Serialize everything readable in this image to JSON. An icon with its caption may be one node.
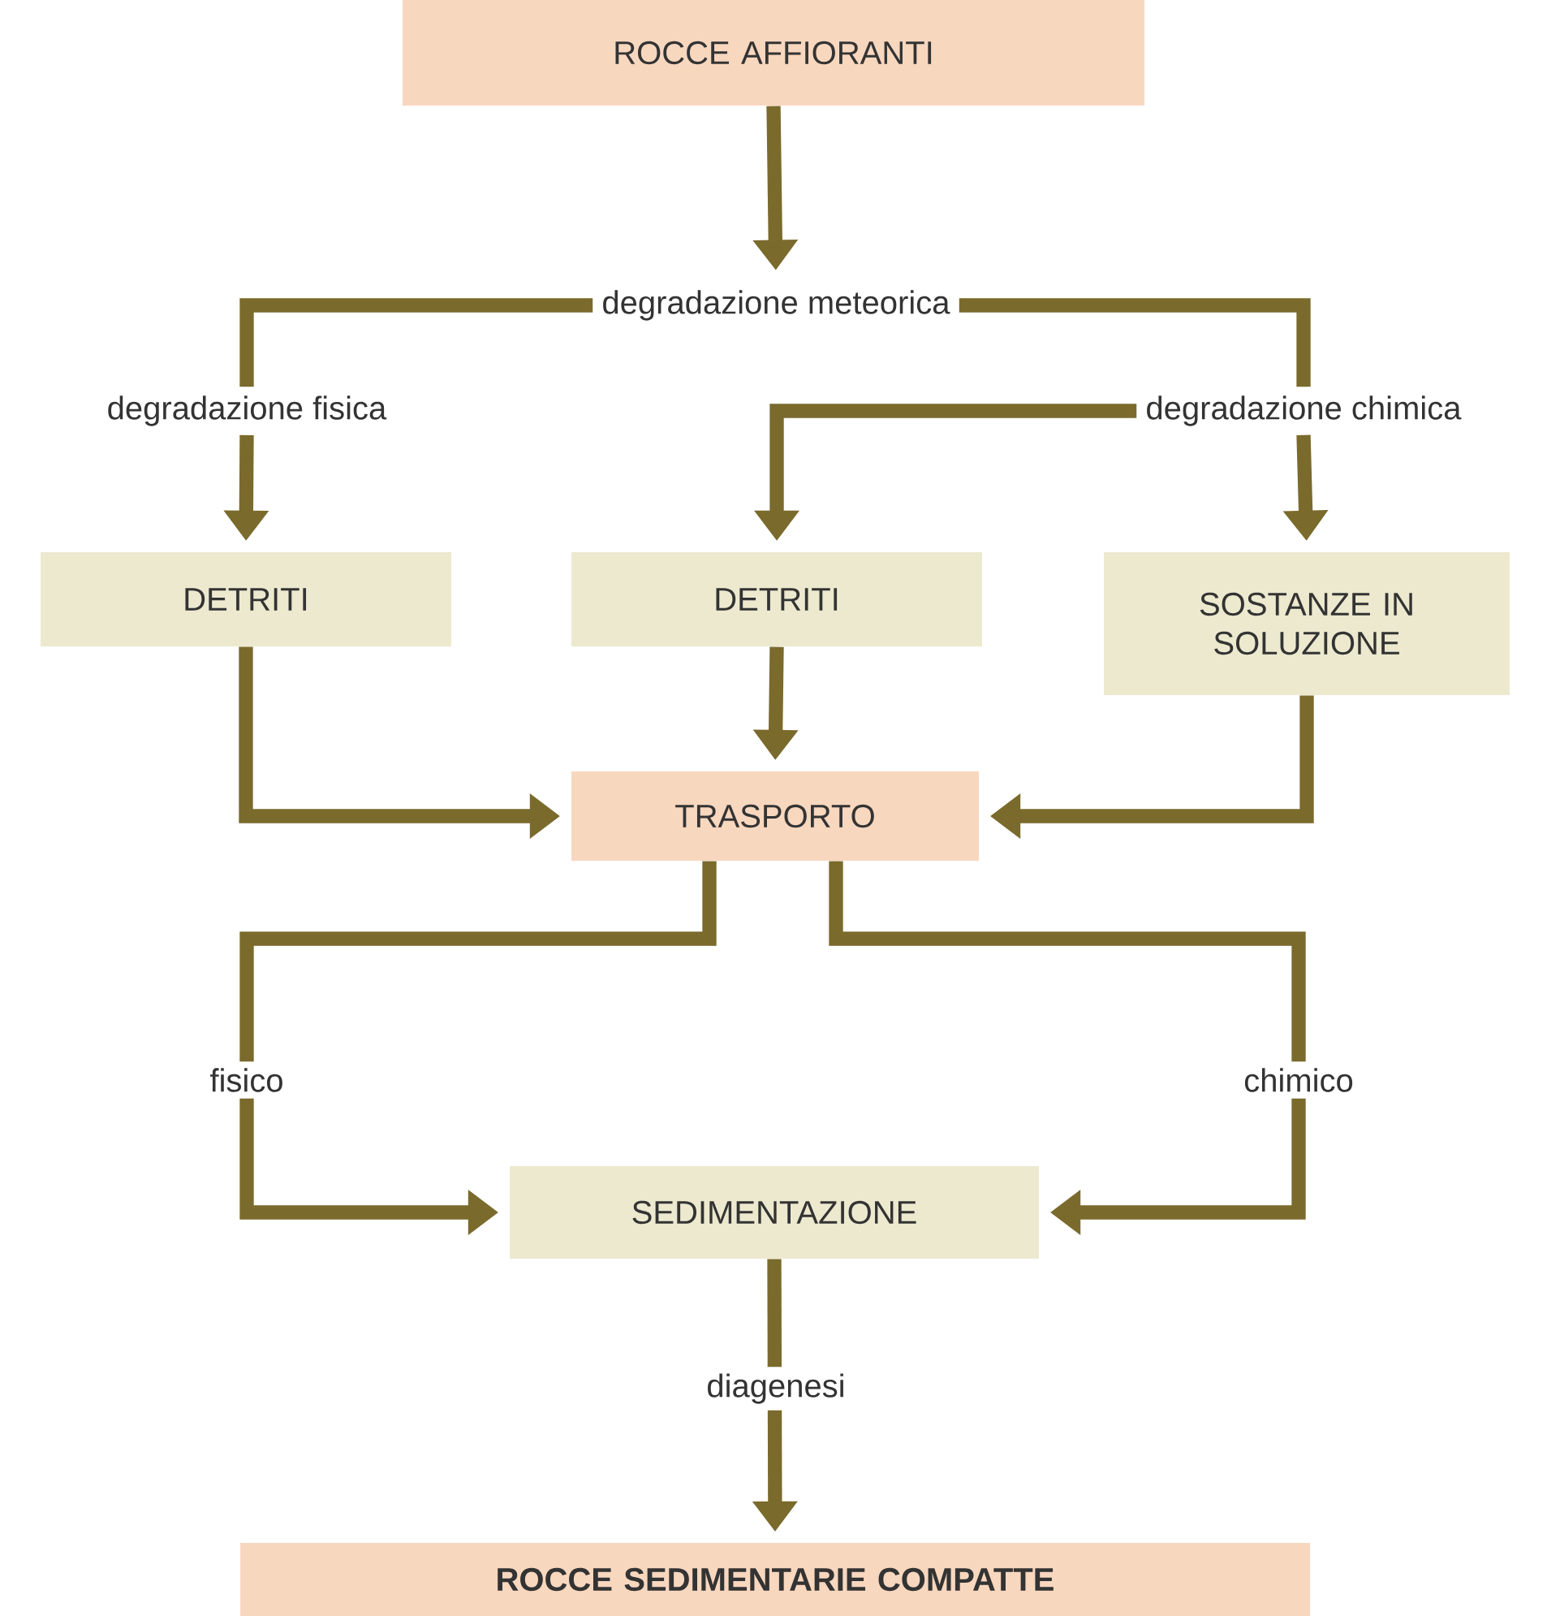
{
  "diagram": {
    "nodes": [
      {
        "text": [
          "ROCCE AFFIORANTI"
        ]
      },
      {
        "text": [
          "degradazione meteorica"
        ]
      },
      {
        "text": [
          "degradazione fisica"
        ]
      },
      {
        "text": [
          "degradazione chimica"
        ]
      },
      {
        "text": [
          "DETRITI"
        ]
      },
      {
        "text": [
          "DETRITI"
        ]
      },
      {
        "text": [
          "SOSTANZE IN SOLUZIONE"
        ]
      },
      {
        "text": [
          "TRASPORTO"
        ]
      },
      {
        "text": [
          "SEDIMENTAZIONE"
        ]
      },
      {
        "text": [
          "ROCCE SEDIMENTARIE COMPATTE"
        ]
      }
    ],
    "edges": [
      {
        "from": 0,
        "to": 1,
        "arrow": "to"
      },
      {
        "from": 1,
        "to": 2,
        "arrow": "none"
      },
      {
        "from": 1,
        "to": 3,
        "arrow": "none"
      },
      {
        "from": 2,
        "to": 4,
        "arrow": "to"
      },
      {
        "from": 3,
        "to": 5,
        "arrow": "to"
      },
      {
        "from": 3,
        "to": 6,
        "arrow": "to"
      },
      {
        "from": 4,
        "to": 7,
        "arrow": "to"
      },
      {
        "from": 5,
        "to": 7,
        "arrow": "to"
      },
      {
        "from": 6,
        "to": 7,
        "arrow": "to"
      },
      {
        "from": 7,
        "to": 8,
        "arrow": "to",
        "label": "fisico"
      },
      {
        "from": 7,
        "to": 8,
        "arrow": "to",
        "label": "chimico"
      },
      {
        "from": 8,
        "to": 9,
        "arrow": "to",
        "label": "diagenesi"
      }
    ]
  }
}
